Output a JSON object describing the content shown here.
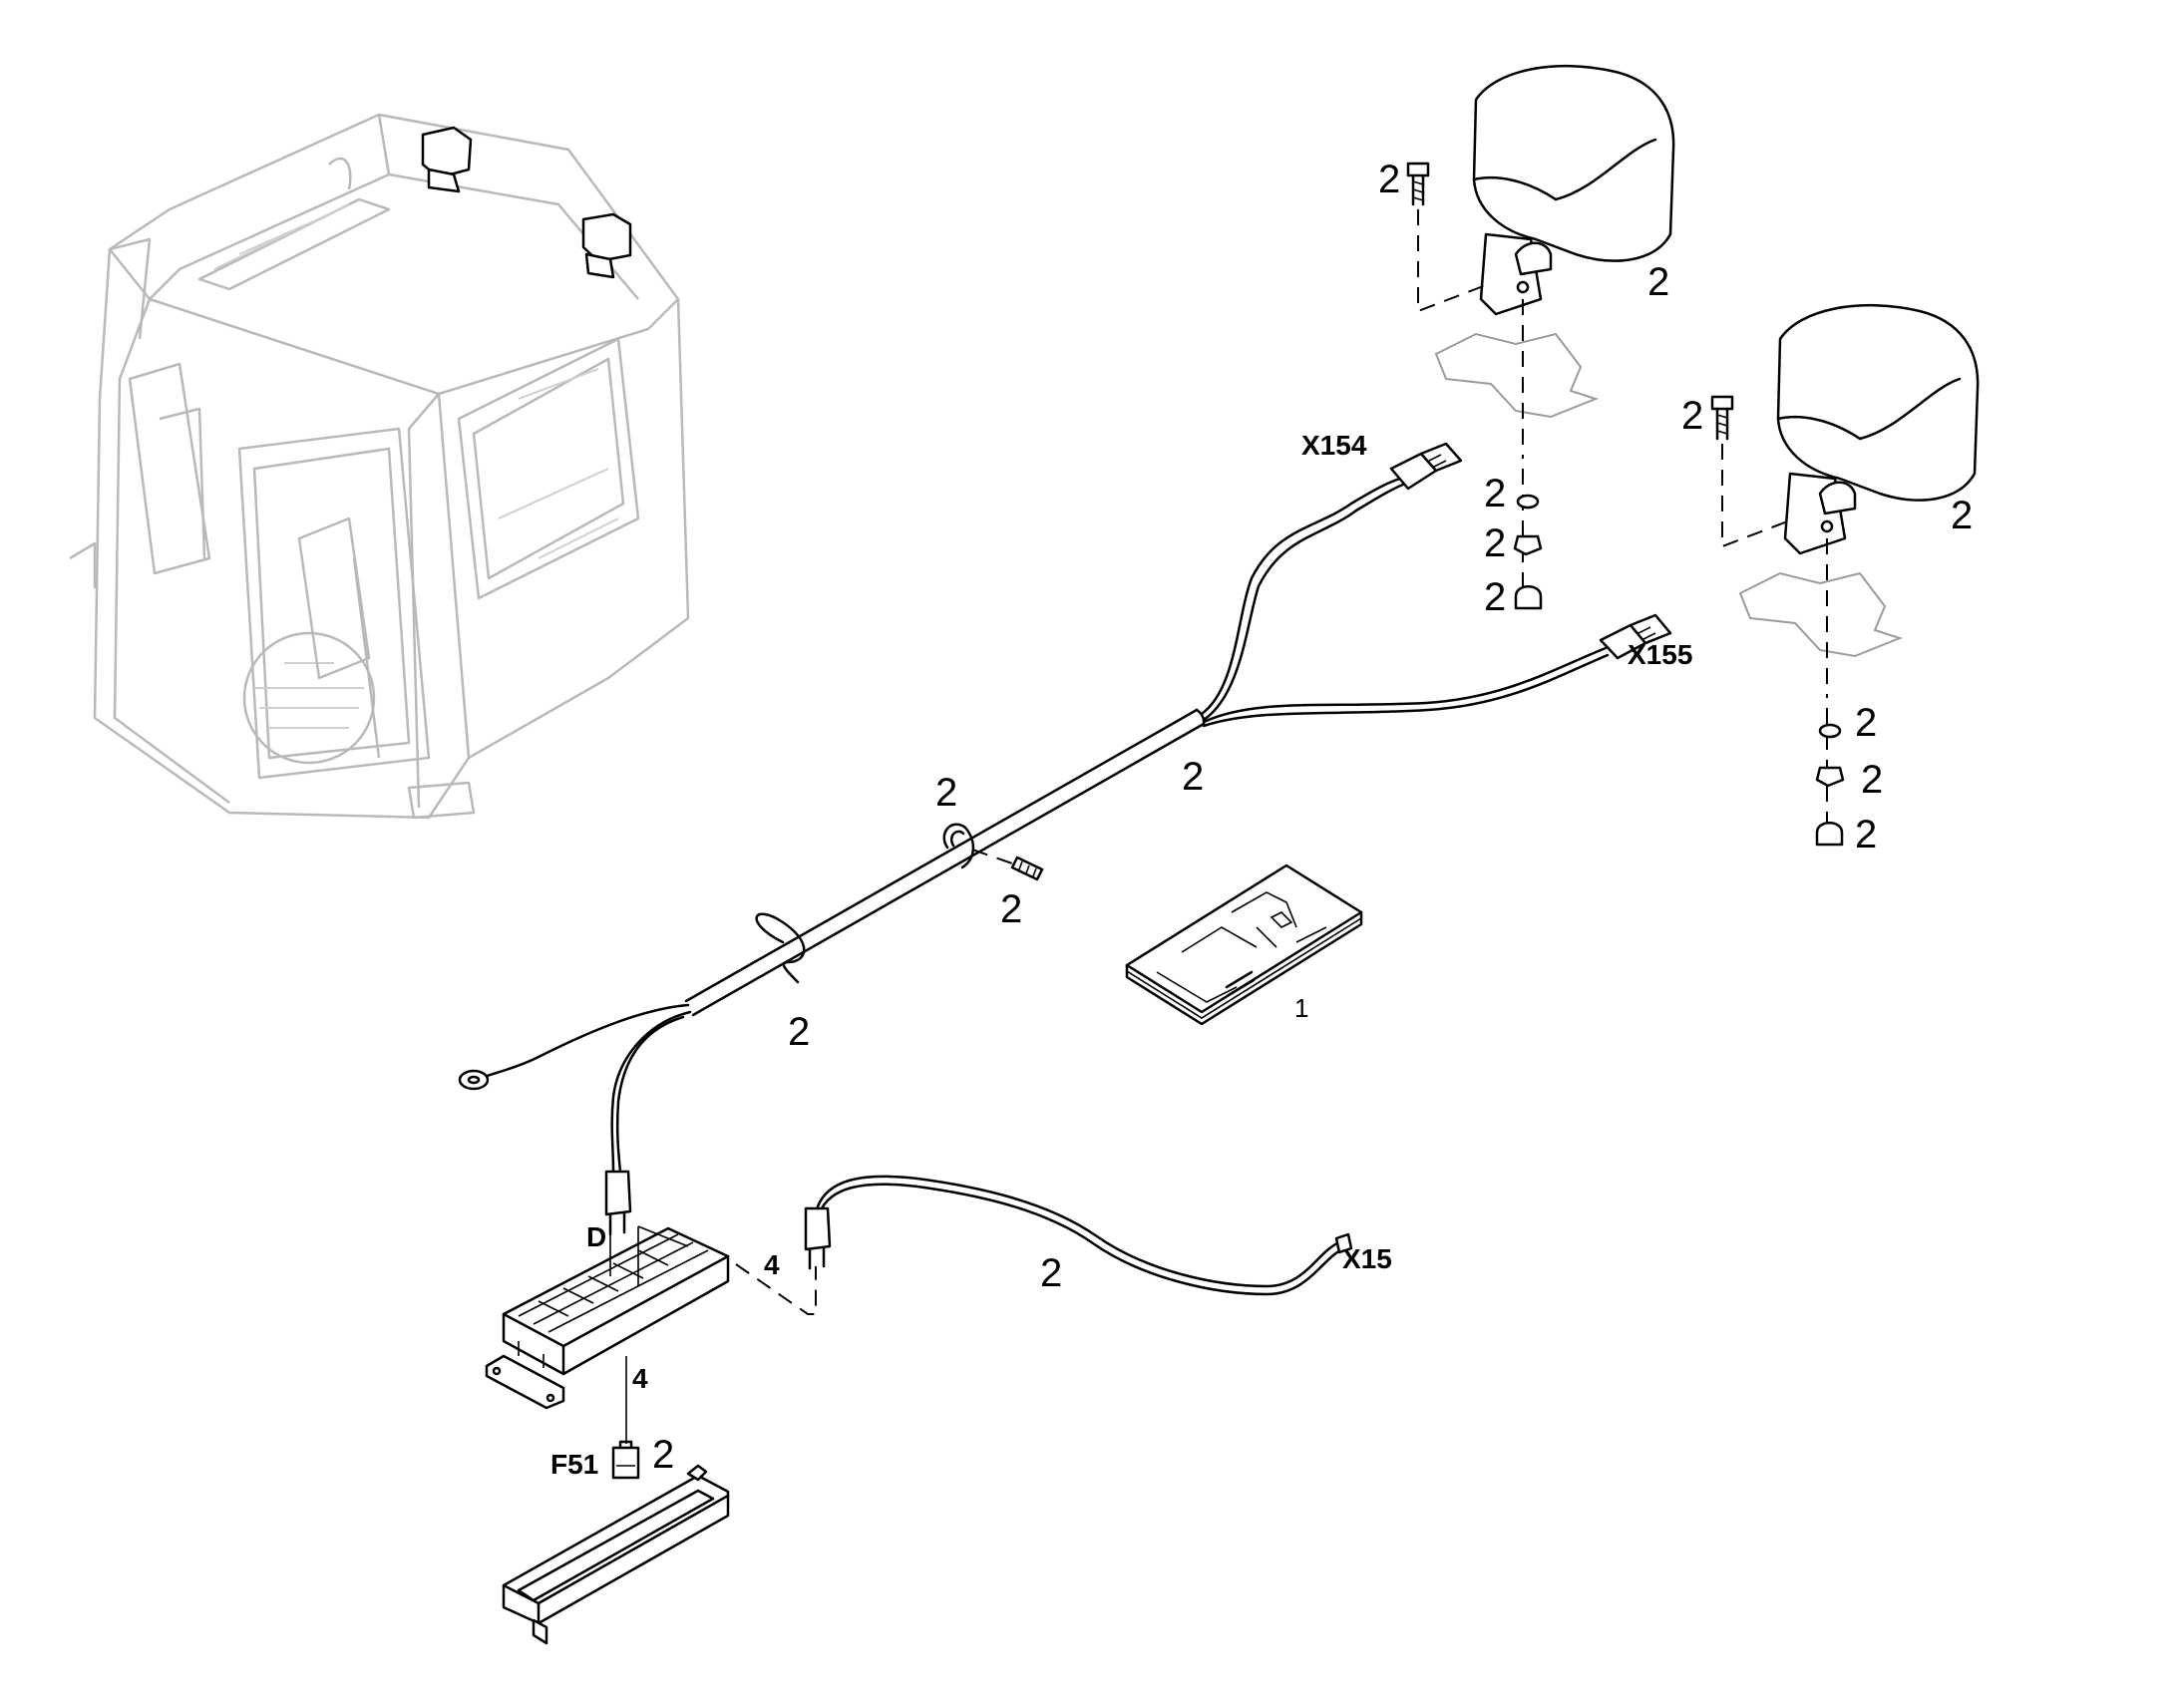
{
  "labels": {
    "cab_lamp_left_bolt": "2",
    "cab_lamp_left": "2",
    "cab_lamp_left_washer": "2",
    "cab_lamp_left_nut": "2",
    "cab_lamp_left_cap": "2",
    "cab_lamp_right_bolt": "2",
    "cab_lamp_right": "2",
    "cab_lamp_right_washer": "2",
    "cab_lamp_right_nut": "2",
    "cab_lamp_right_cap": "2",
    "harness": "2",
    "clamp": "2",
    "clamp_screw": "2",
    "cable_tie": "2",
    "cable_x15": "2",
    "fuse": "2",
    "manual": "1",
    "relay_d": "4",
    "fuse_f51": "4"
  },
  "connectors": {
    "x154": "X154",
    "x155": "X155",
    "x15": "X15",
    "f51": "F51",
    "d": "D"
  }
}
